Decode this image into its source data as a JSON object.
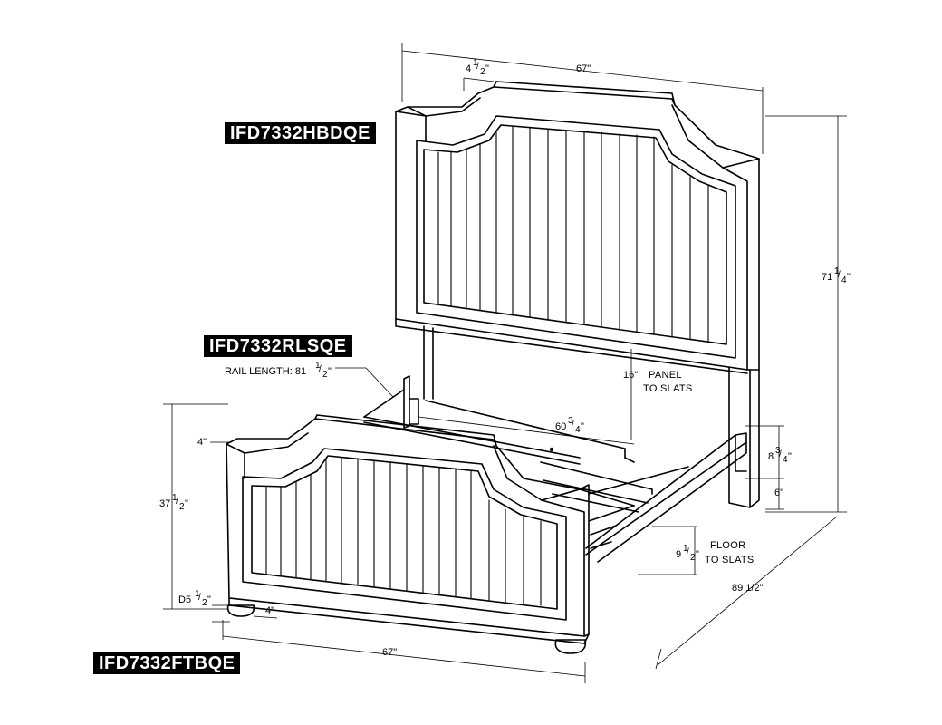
{
  "labels": {
    "headboard": "IFD7332HBDQE",
    "rails": "IFD7332RLSQE",
    "footboard": "IFD7332FTBQE"
  },
  "dimensions": {
    "headboard_width": "67\"",
    "headboard_crown_whole": "4",
    "headboard_crown_frac_num": "1",
    "headboard_crown_frac_den": "2",
    "headboard_crown_unit": "\"",
    "total_height_whole": "71",
    "total_height_frac_num": "1",
    "total_height_frac_den": "4",
    "total_height_unit": "\"",
    "rail_length_text": "RAIL LENGTH: 81",
    "rail_length_frac_num": "1",
    "rail_length_frac_den": "2",
    "rail_length_unit": "\"",
    "panel_to_slats": "16\"",
    "inner_width_whole": "60",
    "inner_width_frac_num": "3",
    "inner_width_frac_den": "4",
    "inner_width_unit": "\"",
    "rail_height_whole": "8",
    "rail_height_frac_num": "3",
    "rail_height_frac_den": "4",
    "rail_height_unit": "\"",
    "rail_clearance": "6\"",
    "footboard_height_whole": "37",
    "footboard_height_frac_num": "1",
    "footboard_height_frac_den": "2",
    "footboard_height_unit": "\"",
    "footboard_crown": "4\"",
    "floor_to_slats_whole": "9",
    "floor_to_slats_frac_num": "1",
    "floor_to_slats_frac_den": "2",
    "floor_to_slats_unit": "\"",
    "total_length": "89 1/2\"",
    "foot_diameter_text": "D5",
    "foot_diameter_frac_num": "1",
    "foot_diameter_frac_den": "2",
    "foot_diameter_unit": "\"",
    "foot_height": "4\"",
    "footboard_width": "67\""
  },
  "notes": {
    "panel_line1": "PANEL",
    "panel_line2": "TO SLATS",
    "floor_line1": "FLOOR",
    "floor_line2": "TO SLATS"
  }
}
